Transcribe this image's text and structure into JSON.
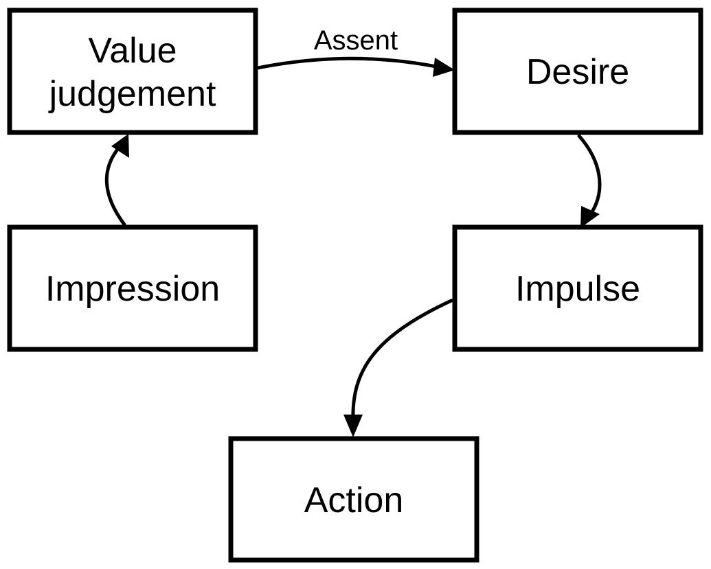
{
  "diagram": {
    "nodes": {
      "value_judgement": {
        "line1": "Value",
        "line2": "judgement"
      },
      "desire": {
        "label": "Desire"
      },
      "impression": {
        "label": "Impression"
      },
      "impulse": {
        "label": "Impulse"
      },
      "action": {
        "label": "Action"
      }
    },
    "edges": {
      "assent": {
        "label": "Assent"
      }
    },
    "colors": {
      "stroke": "#000000",
      "background": "#ffffff"
    }
  }
}
